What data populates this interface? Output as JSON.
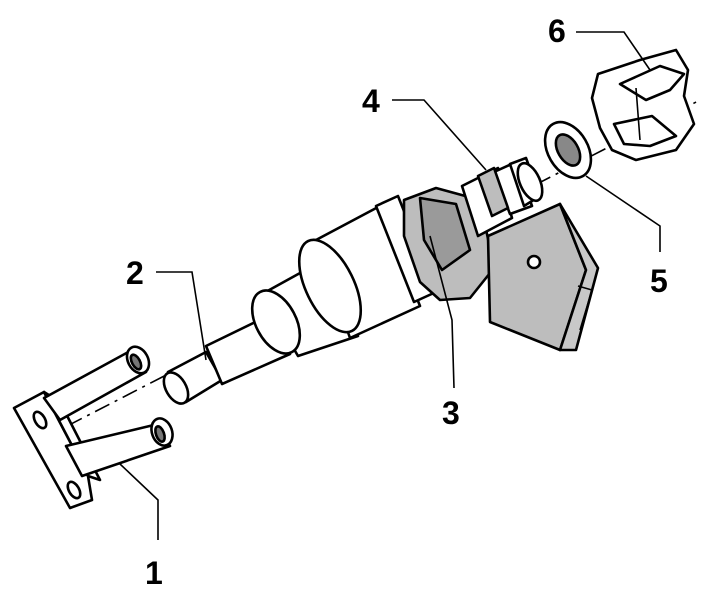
{
  "diagram": {
    "callouts": [
      {
        "id": "1",
        "label": "1"
      },
      {
        "id": "2",
        "label": "2"
      },
      {
        "id": "3",
        "label": "3"
      },
      {
        "id": "4",
        "label": "4"
      },
      {
        "id": "5",
        "label": "5"
      },
      {
        "id": "6",
        "label": "6"
      }
    ]
  },
  "colors": {
    "line": "#000000",
    "part_fill": "#ffffff",
    "connector_fill": "#c8c8c8",
    "hub_fill": "#bdbdbd",
    "shadow_fill": "#888888"
  }
}
